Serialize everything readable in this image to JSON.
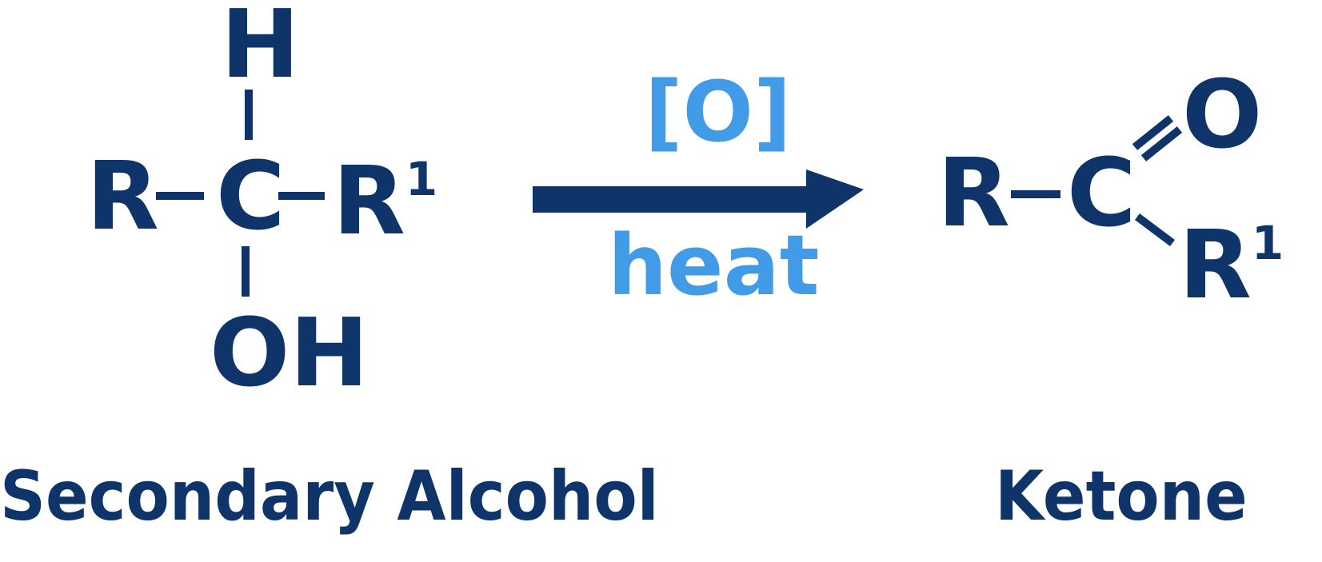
{
  "colors": {
    "structure": "#0e3469",
    "conditions": "#419be7",
    "background": "#ffffff"
  },
  "reactant": {
    "name": "Secondary Alcohol",
    "atoms": {
      "top": "H",
      "left": "R",
      "center": "C",
      "right": "R",
      "right_superscript": "1",
      "bottom": "OH"
    },
    "bonds": [
      "C–H (single)",
      "R–C (single)",
      "C–R1 (single)",
      "C–OH (single)"
    ]
  },
  "arrow": {
    "above": "[O]",
    "below": "heat",
    "direction": "right"
  },
  "product": {
    "name": "Ketone",
    "atoms": {
      "left": "R",
      "center": "C",
      "upper_right": "O",
      "lower_right": "R",
      "lower_right_superscript": "1"
    },
    "bonds": [
      "R–C (single)",
      "C=O (double)",
      "C–R1 (single)"
    ]
  }
}
